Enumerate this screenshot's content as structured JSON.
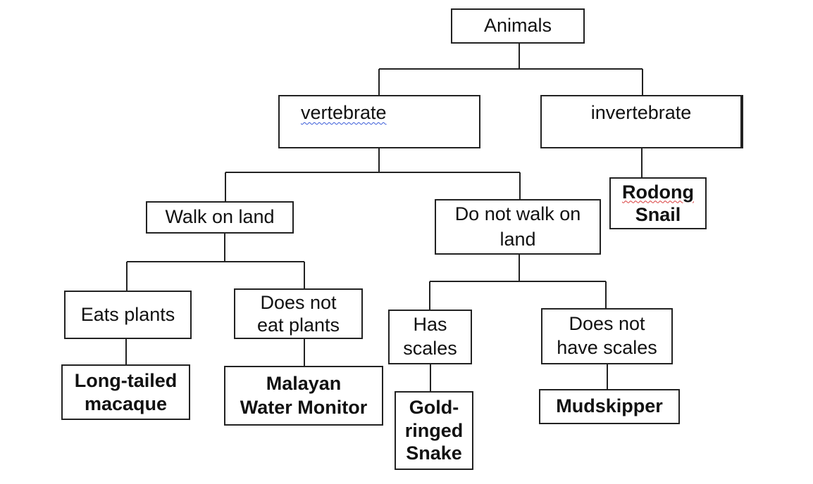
{
  "nodes": {
    "animals": "Animals",
    "vertebrate": "vertebrate",
    "invertebrate": "invertebrate",
    "rodong_snail_line1": "Rodong",
    "rodong_snail_line2": "Snail",
    "walk_on_land": "Walk on land",
    "not_walk_line1": "Do not walk on",
    "not_walk_line2": "land",
    "eats_plants": "Eats plants",
    "not_eat_line1": "Does not",
    "not_eat_line2": "eat plants",
    "has_scales_line1": "Has",
    "has_scales_line2": "scales",
    "no_scales_line1": "Does not",
    "no_scales_line2": "have scales",
    "macaque_line1": "Long-tailed",
    "macaque_line2": "macaque",
    "monitor_line1": "Malayan",
    "monitor_line2": "Water Monitor",
    "snake_line1": "Gold-",
    "snake_line2": "ringed",
    "snake_line3": "Snake",
    "mudskipper": "Mudskipper"
  }
}
